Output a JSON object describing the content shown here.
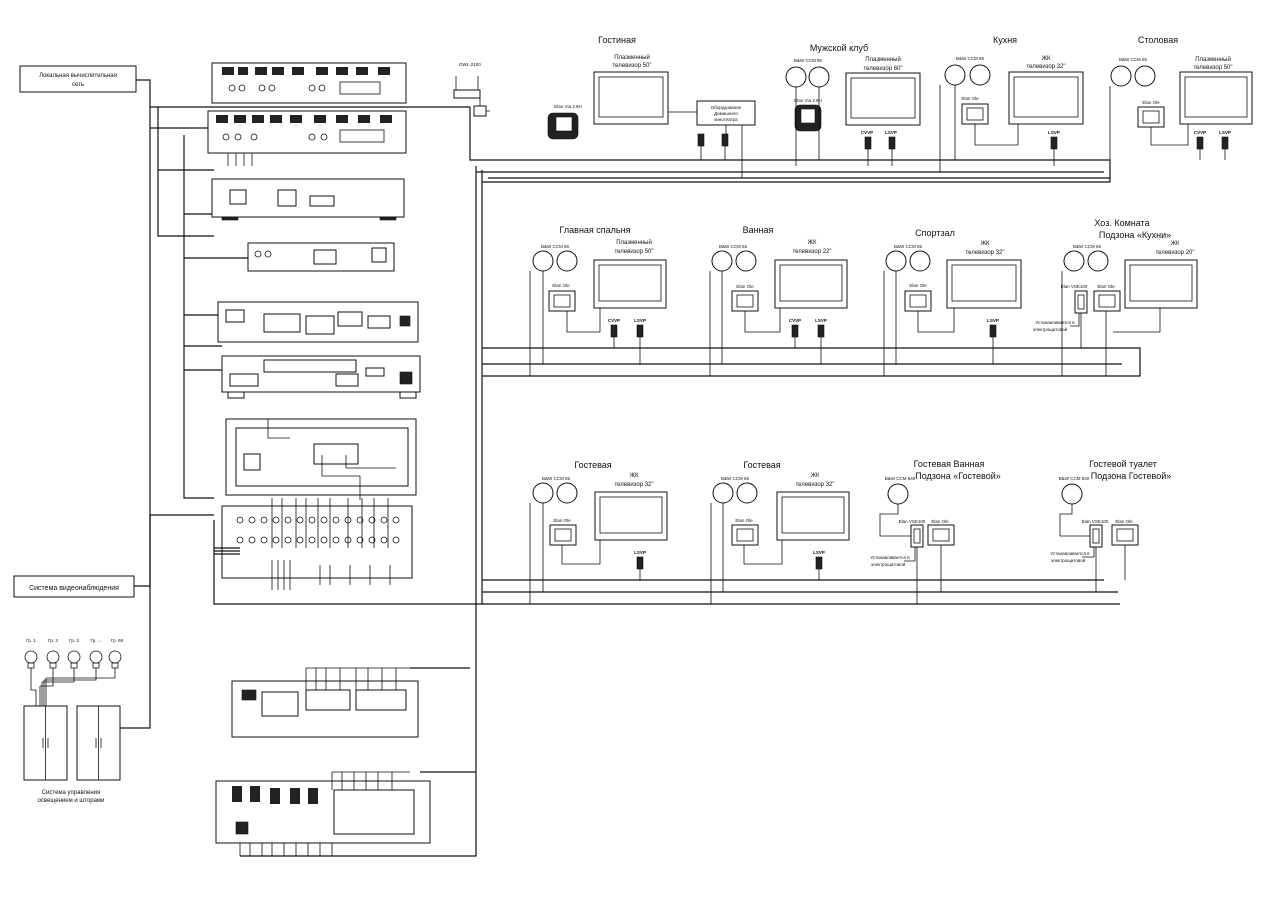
{
  "network_box": "Локальная вычислительная сеть",
  "video_box": "Система видеонаблюдения",
  "lighting_label_1": "Система управления",
  "lighting_label_2": "освещением и шторами",
  "bulbs": [
    "Гр. 1",
    "Гр. 2",
    "Гр. 3",
    "Гр. ...",
    "Гр. 69"
  ],
  "wireless_label": "DWL-2100",
  "rooms_row1": [
    {
      "name": "Гостиная",
      "tv1": "Плазменный",
      "tv2": "телевизор 50\"",
      "extra1": "Оборудование",
      "extra2": "Домашнего",
      "extra3": "кинотеатра",
      "remote": "Elan Via 2.8H"
    },
    {
      "name": "Мужской клуб",
      "tv1": "Плазменный",
      "tv2": "телевизор 60\"",
      "spk": "B&W CCM 80",
      "remote": "Elan Via 2.8H",
      "sw1": "CVVP",
      "sw2": "LSVP"
    },
    {
      "name": "Кухня",
      "tv1": "ЖК",
      "tv2": "телевизор 32\"",
      "spk": "B&W CCM 65",
      "kp": "Elan Ole",
      "sw1": "LSVP"
    },
    {
      "name": "Столовая",
      "tv1": "Плазменный",
      "tv2": "телевизор 50\"",
      "spk": "B&W CCM 65",
      "kp": "Elan Ole",
      "sw1": "CVVP",
      "sw2": "LSVP"
    }
  ],
  "rooms_row2": [
    {
      "name": "Главная спальня",
      "tv1": "Плазменный",
      "tv2": "телевизор 50\"",
      "spk": "B&W CCM 65",
      "kp": "Elan Ole",
      "sw1": "CVVP",
      "sw2": "LSVP"
    },
    {
      "name": "Ванная",
      "tv1": "ЖК",
      "tv2": "телевизор 22\"",
      "spk": "B&W CCM 65",
      "kp": "Elan Ole",
      "sw1": "CVVP",
      "sw2": "LSVP"
    },
    {
      "name": "Спортзал",
      "tv1": "ЖК",
      "tv2": "телевизор 32\"",
      "spk": "B&W CCM 65",
      "kp": "Elan Ole",
      "sw1": "LSVP"
    },
    {
      "name": "Хоз. Комната",
      "sub": "Подзона «Кухни»",
      "tv1": "ЖК",
      "tv2": "телевизор 20\"",
      "spk": "B&W CCM 65",
      "vol": "Elan VSE100",
      "kp": "Elan Ole",
      "note1": "Устанавливается в",
      "note2": "электрощитовой"
    }
  ],
  "rooms_row3": [
    {
      "name": "Гостевая",
      "tv1": "ЖК",
      "tv2": "телевизор 32\"",
      "spk": "B&W CCM 65",
      "kp": "Elan Ole",
      "sw1": "LSVP"
    },
    {
      "name": "Гостевая",
      "tv1": "ЖК",
      "tv2": "телевизор 32\"",
      "spk": "B&W CCM 65",
      "kp": "Elan Ole",
      "sw1": "LSVP"
    },
    {
      "name": "Гостевая Ванная",
      "sub": "Подзона «Гостевой»",
      "spk": "B&W CCM 640",
      "vol": "Elan VSE100",
      "kp": "Elan Ole",
      "note1": "Устанавливается в",
      "note2": "электрощитовой"
    },
    {
      "name": "Гостевой туалет",
      "sub": "Подзона Гостевой»",
      "spk": "B&W CCM 640",
      "vol": "Elan VSE100",
      "kp": "Elan Ole",
      "note1": "Устанавливается в",
      "note2": "электрощитовой"
    }
  ]
}
